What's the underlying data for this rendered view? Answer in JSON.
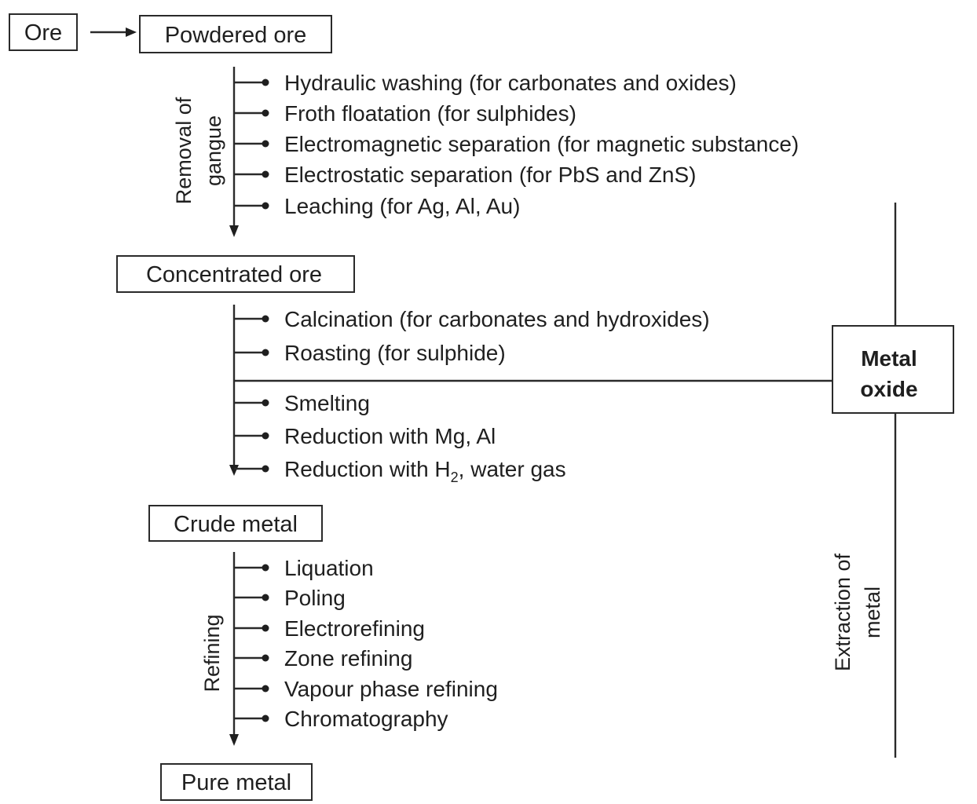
{
  "boxes": {
    "ore": "Ore",
    "powdered_ore": "Powdered ore",
    "concentrated_ore": "Concentrated ore",
    "crude_metal": "Crude metal",
    "pure_metal": "Pure metal",
    "metal_oxide_line1": "Metal",
    "metal_oxide_line2": "oxide"
  },
  "side_labels": {
    "removal_of_gangue_line1": "Removal of",
    "removal_of_gangue_line2": "gangue",
    "refining": "Refining",
    "extraction_of_metal_line1": "Extraction of",
    "extraction_of_metal_line2": "metal"
  },
  "concentration_methods": [
    "Hydraulic washing (for carbonates and oxides)",
    "Froth floatation (for sulphides)",
    "Electromagnetic separation (for magnetic substance)",
    "Electrostatic separation (for PbS and ZnS)",
    "Leaching (for Ag, Al, Au)"
  ],
  "oxide_conversion_methods": [
    "Calcination (for carbonates and hydroxides)",
    "Roasting (for sulphide)"
  ],
  "reduction_methods": {
    "smelting": "Smelting",
    "reduction_mg_al": "Reduction with Mg, Al",
    "reduction_h2_prefix": "Reduction with H",
    "reduction_h2_subscript": "2",
    "reduction_h2_suffix": ", water gas"
  },
  "refining_methods": [
    "Liquation",
    "Poling",
    "Electrorefining",
    "Zone refining",
    "Vapour phase refining",
    "Chromatography"
  ]
}
